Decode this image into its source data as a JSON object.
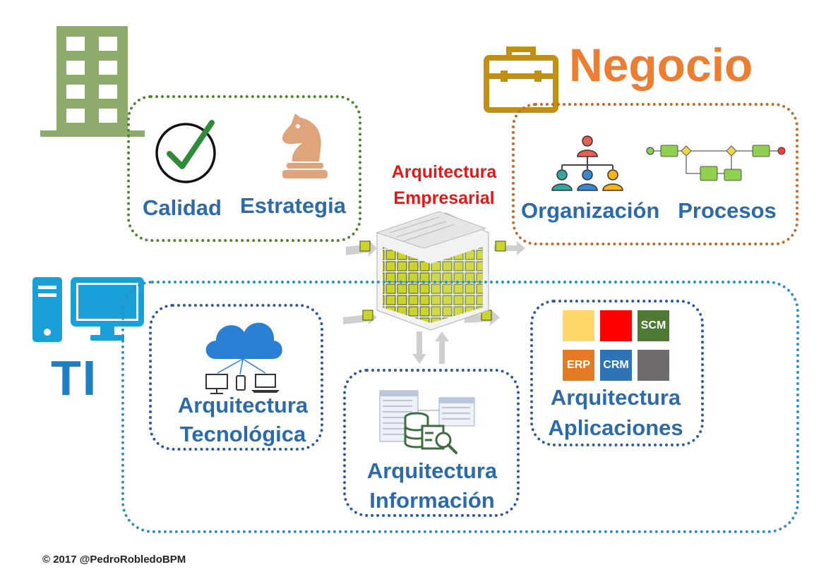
{
  "title": {
    "line1": "Arquitectura",
    "line2": "Empresarial"
  },
  "business": {
    "heading": "Negocio",
    "left_labels": [
      "Calidad",
      "Estrategia"
    ],
    "right_labels": [
      "Organización",
      "Procesos"
    ]
  },
  "it": {
    "heading": "TI",
    "tech": {
      "line1": "Arquitectura",
      "line2": "Tecnológica"
    },
    "info": {
      "line1": "Arquitectura",
      "line2": "Información"
    },
    "apps": {
      "line1": "Arquitectura",
      "line2": "Aplicaciones"
    },
    "app_tiles": [
      {
        "label": "",
        "color": "#fdd868"
      },
      {
        "label": "",
        "color": "#ff0000"
      },
      {
        "label": "SCM",
        "color": "#4e7a35"
      },
      {
        "label": "ERP",
        "color": "#e47b22"
      },
      {
        "label": "CRM",
        "color": "#2f73b7"
      },
      {
        "label": "",
        "color": "#706b6b"
      }
    ]
  },
  "footer": "© 2017 @PedroRobledoBPM",
  "colors": {
    "green": "#4f8430",
    "orange": "#ed7d31",
    "brown": "#c06a27",
    "mustard": "#c09014",
    "teal": "#2f8fc0",
    "navy": "#2c5aa0",
    "label_blue": "#2c6aa8",
    "red": "#e01818"
  }
}
